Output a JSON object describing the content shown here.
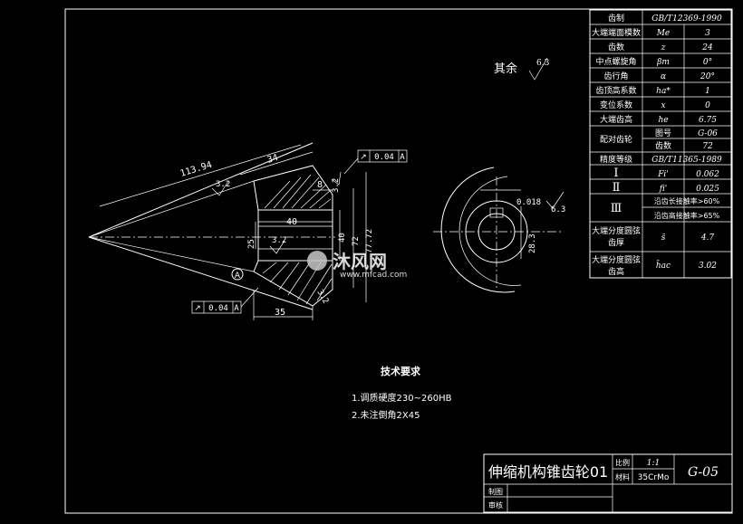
{
  "surface_roughness": {
    "label": "其余",
    "value": "6.3"
  },
  "params": [
    {
      "name": "齿制",
      "symbol": "",
      "value": "GB/T12369-1990"
    },
    {
      "name": "大端端面模数",
      "symbol": "Me",
      "value": "3"
    },
    {
      "name": "齿数",
      "symbol": "z",
      "value": "24"
    },
    {
      "name": "中点螺旋角",
      "symbol": "βm",
      "value": "0°"
    },
    {
      "name": "齿行角",
      "symbol": "α",
      "value": "20°"
    },
    {
      "name": "齿顶高系数",
      "symbol": "ha*",
      "value": "1"
    },
    {
      "name": "变位系数",
      "symbol": "x",
      "value": "0"
    },
    {
      "name": "大端齿高",
      "symbol": "he",
      "value": "6.75"
    }
  ],
  "mating": {
    "label": "配对齿轮",
    "drawing_no_label": "图号",
    "drawing_no": "G-06",
    "teeth_label": "齿数",
    "teeth": "72"
  },
  "accuracy": {
    "label": "精度等级",
    "value": "GB/T11365-1989"
  },
  "groups": [
    {
      "name": "Ⅰ",
      "symbol": "Fi'",
      "value": "0.062"
    },
    {
      "name": "Ⅱ",
      "symbol": "fi'",
      "value": "0.025"
    }
  ],
  "group3": {
    "name": "Ⅲ",
    "line1": "沿齿长接触率>60%",
    "line2": "沿齿高接触率>65%"
  },
  "chordal": [
    {
      "name1": "大端分度圆弦",
      "name2": "齿厚",
      "symbol": "s̄",
      "value": "4.7"
    },
    {
      "name1": "大端分度圆弦",
      "name2": "齿高",
      "symbol": "h̄ac",
      "value": "3.02"
    }
  ],
  "dims": {
    "d1": "113.94",
    "d2": "34",
    "d3": "3.2",
    "d4": "8",
    "d5": "3.2",
    "d6": "40",
    "d7": "25",
    "d8": "3.2",
    "d9": "40",
    "d10": "72",
    "d11": "77.72",
    "d12": "35",
    "d13": "0.018",
    "d14": "28.3",
    "d15": "6.3",
    "d16": "3.2",
    "d17": "A"
  },
  "tolerances": [
    {
      "symbol": "↗",
      "value": "0.04",
      "datum": "A"
    },
    {
      "symbol": "↗",
      "value": "0.04",
      "datum": "A"
    }
  ],
  "watermark": {
    "brand": "沐风网",
    "url": "www.mfcad.com"
  },
  "tech": {
    "title": "技术要求",
    "notes": [
      "1.调质硬度230~260HB",
      "2.未注倒角2X45"
    ]
  },
  "title_block": {
    "part_name": "伸缩机构锥齿轮01",
    "scale_label": "比例",
    "scale": "1:1",
    "material_label": "材料",
    "material": "35CrMo",
    "drawing_no": "G-05",
    "drawn_label": "制图",
    "checked_label": "审核"
  }
}
